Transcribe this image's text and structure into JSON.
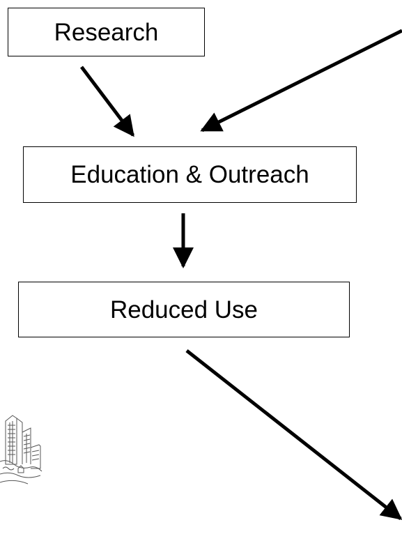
{
  "diagram": {
    "nodes": [
      {
        "id": "research",
        "label": "Research"
      },
      {
        "id": "education",
        "label": "Education & Outreach"
      },
      {
        "id": "reduced",
        "label": "Reduced Use"
      }
    ],
    "edges": [
      {
        "from": "research",
        "to": "education"
      },
      {
        "from": "offscreen-top-right",
        "to": "education"
      },
      {
        "from": "education",
        "to": "reduced"
      },
      {
        "from": "reduced",
        "to": "offscreen-bottom-right"
      }
    ],
    "colors": {
      "stroke": "#000000",
      "background": "#ffffff"
    },
    "decorations": [
      "building-sketch"
    ]
  }
}
